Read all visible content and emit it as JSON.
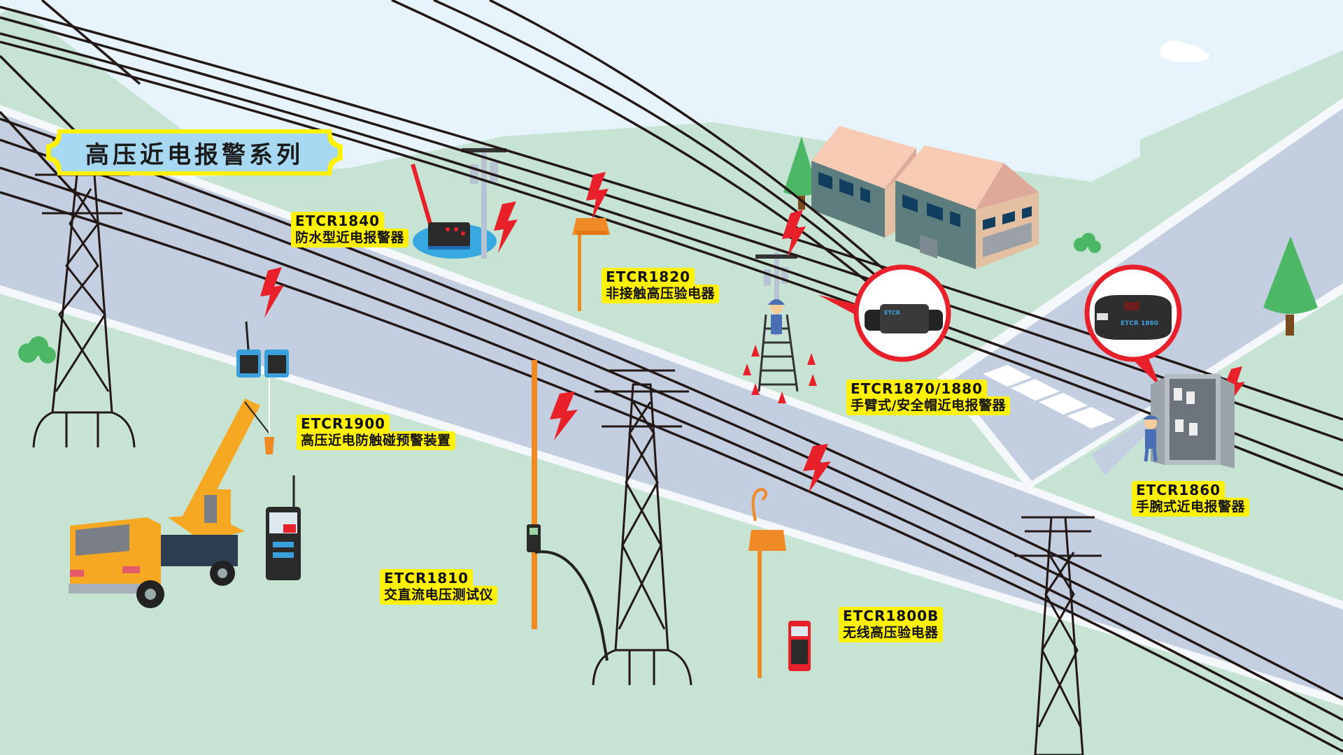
{
  "title": "高压近电报警系列",
  "colors": {
    "sky": "#e6f3fb",
    "grass": "#c6e3d3",
    "road": "#c3cfe0",
    "road_edge": "#f4f8fb",
    "label_bg": "#fff200",
    "title_bg": "#a6d8f2",
    "title_border": "#fff200",
    "alert_red": "#e8202a",
    "pole_orange": "#f08a24",
    "tree_green": "#4cb866",
    "house_wall": "#5e7d7e",
    "house_roof": "#f7cbb3",
    "house_side": "#e3c0a2",
    "window": "#0f3e5e",
    "crane_yellow": "#f7a823",
    "device_blue": "#3aa0db"
  },
  "products": [
    {
      "code": "ETCR1840",
      "name": "防水型近电报警器"
    },
    {
      "code": "ETCR1820",
      "name": "非接触高压验电器"
    },
    {
      "code": "ETCR1870/1880",
      "name": "手臂式/安全帽近电报警器"
    },
    {
      "code": "ETCR1860",
      "name": "手腕式近电报警器"
    },
    {
      "code": "ETCR1900",
      "name": "高压近电防触碰预警装置"
    },
    {
      "code": "ETCR1810",
      "name": "交直流电压测试仪"
    },
    {
      "code": "ETCR1800B",
      "name": "无线高压验电器"
    }
  ],
  "callouts": [
    {
      "device": "ETCR1870",
      "brand": "ETCR"
    },
    {
      "device": "ETCR1860",
      "brand": "ETCR",
      "model_text": "1860"
    }
  ]
}
